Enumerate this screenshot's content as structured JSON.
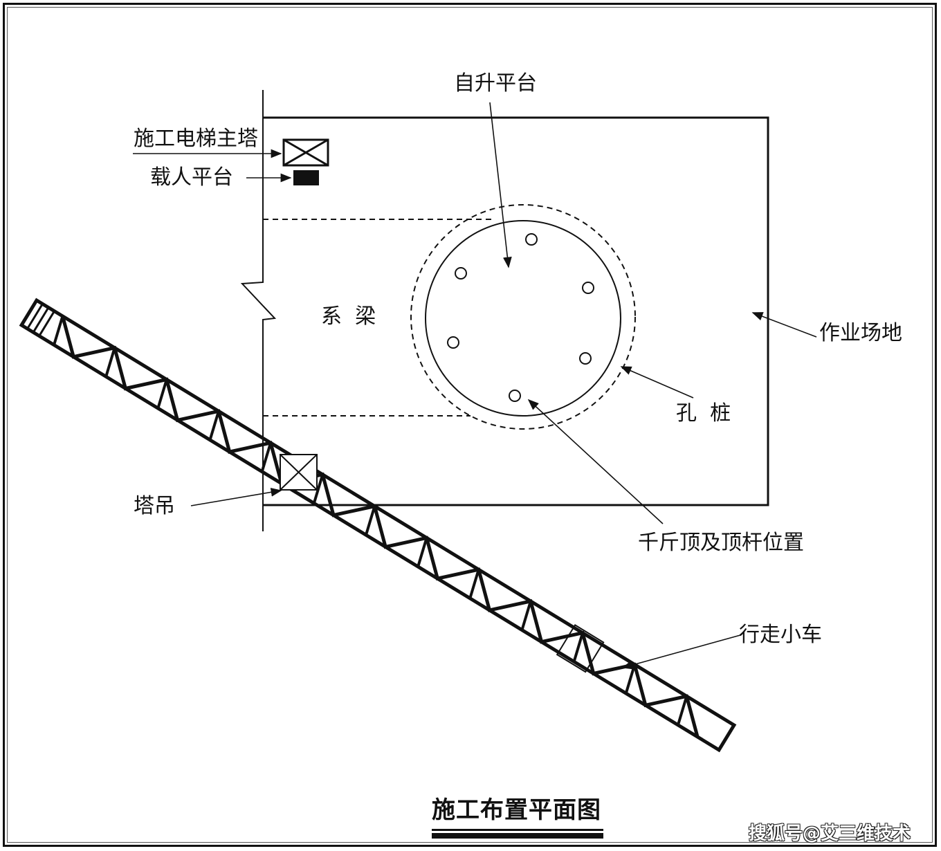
{
  "title": "施工布置平面图",
  "watermark": "搜狐号@艾三维技术",
  "labels": {
    "platform": "自升平台",
    "elevator_tower": "施工电梯主塔",
    "passenger_platform": "载人平台",
    "tie_beam": "系  梁",
    "work_site": "作业场地",
    "bored_pile": "孔  桩",
    "tower_crane": "塔吊",
    "jack_position": "千斤顶及顶杆位置",
    "trolley": "行走小车"
  },
  "colors": {
    "line": "#111111",
    "background": "#ffffff"
  }
}
